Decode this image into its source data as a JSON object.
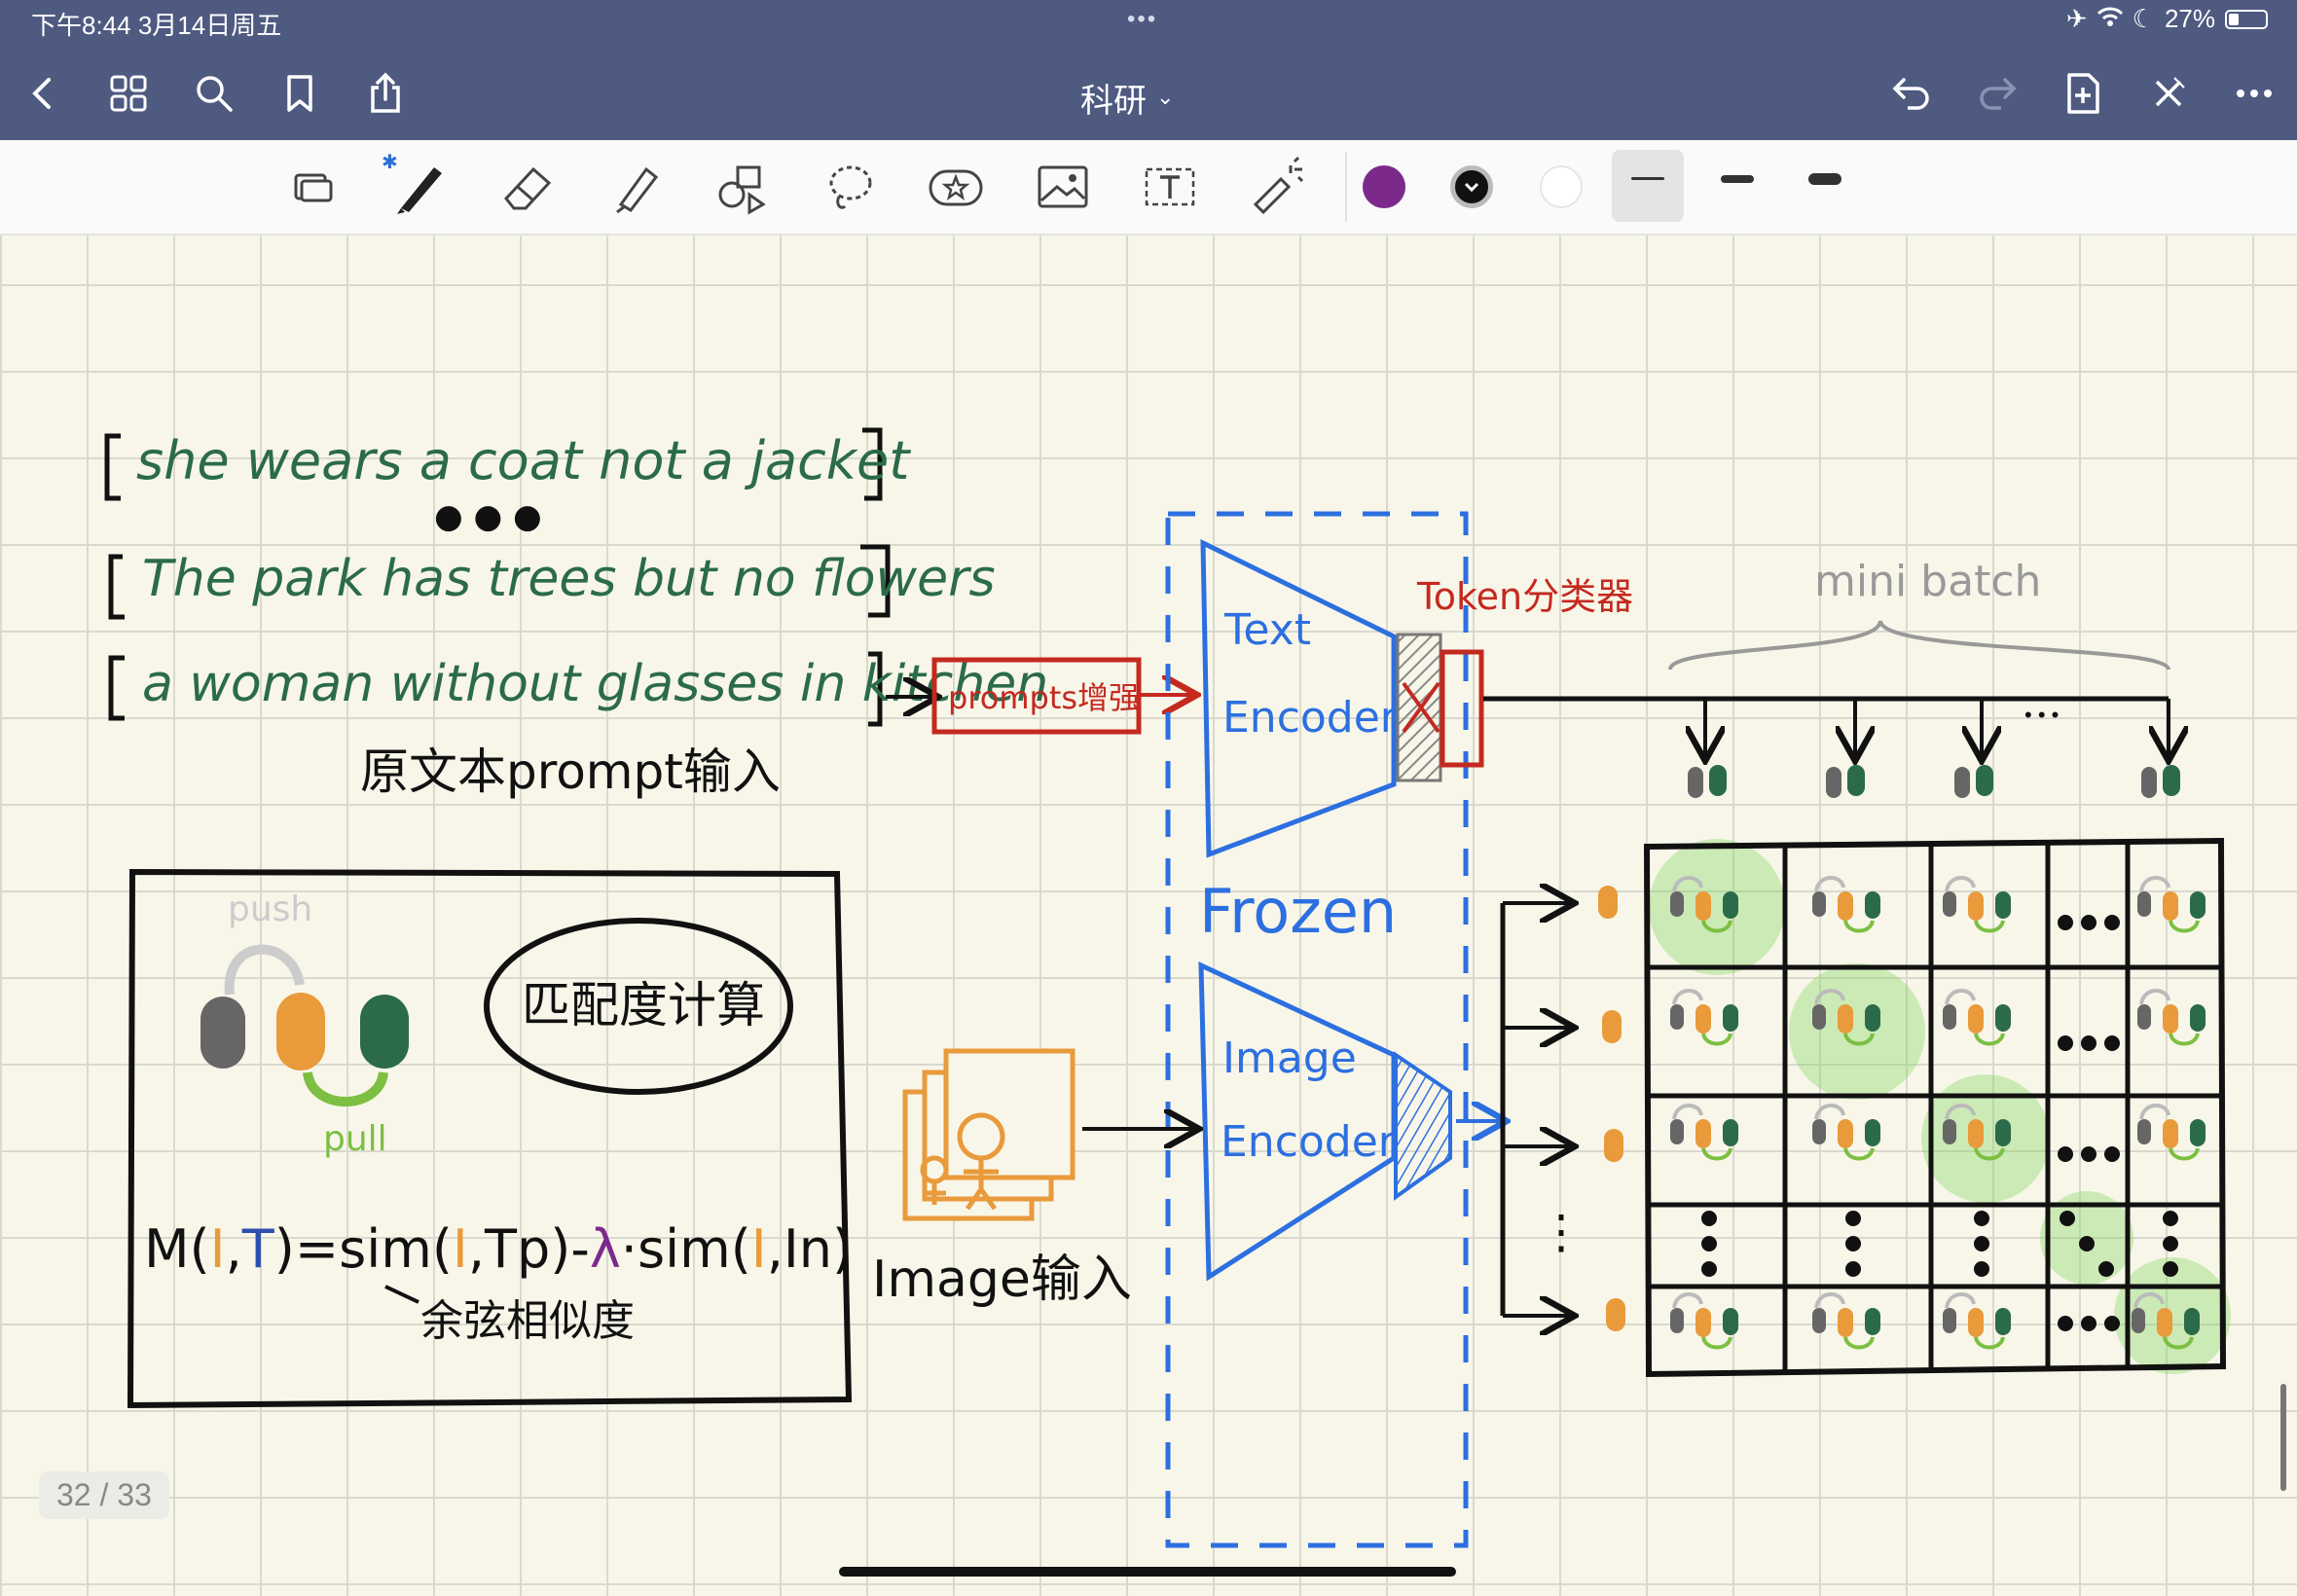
{
  "status": {
    "time": "下午8:44  3月14日周五",
    "dots": "•••",
    "battery": "27%",
    "battery_level": 0.27
  },
  "nav": {
    "title": "科研",
    "title_caret": "⌄"
  },
  "toolbar": {
    "bluetooth": "✱",
    "colors": {
      "purple": "#7b2a8c",
      "black": "#111111",
      "white": "#ffffff"
    }
  },
  "note": {
    "line1": "she wears a coat not a jacket",
    "ellipsis": "● ● ●",
    "line2": "The park has trees but no flowers",
    "line3": "a woman without glasses in kitchen",
    "caption_text": "原文本prompt输入",
    "prompt_box": "prompts增强",
    "text_encoder_1": "Text",
    "text_encoder_2": "Encoder",
    "token_label": "Token分类器",
    "mini_batch": "mini batch",
    "frozen": "Frozen",
    "image_encoder_1": "Image",
    "image_encoder_2": "Encoder",
    "image_input": "Image输入",
    "push": "push",
    "pull": "pull",
    "match_calc": "匹配度计算",
    "formula_M": "M(",
    "formula_I1": "I",
    "formula_comma1": ",",
    "formula_T": "T",
    "formula_eq": ")=sim(",
    "formula_I2": "I",
    "formula_Tp": ",Tp)-",
    "formula_lambda": "λ",
    "formula_sim2": "·sim(",
    "formula_I3": "I",
    "formula_In": ",In)",
    "cosine": "余弦相似度",
    "dots_small": "• • •",
    "vdots": "⋮"
  },
  "page": {
    "counter": "32 / 33"
  }
}
